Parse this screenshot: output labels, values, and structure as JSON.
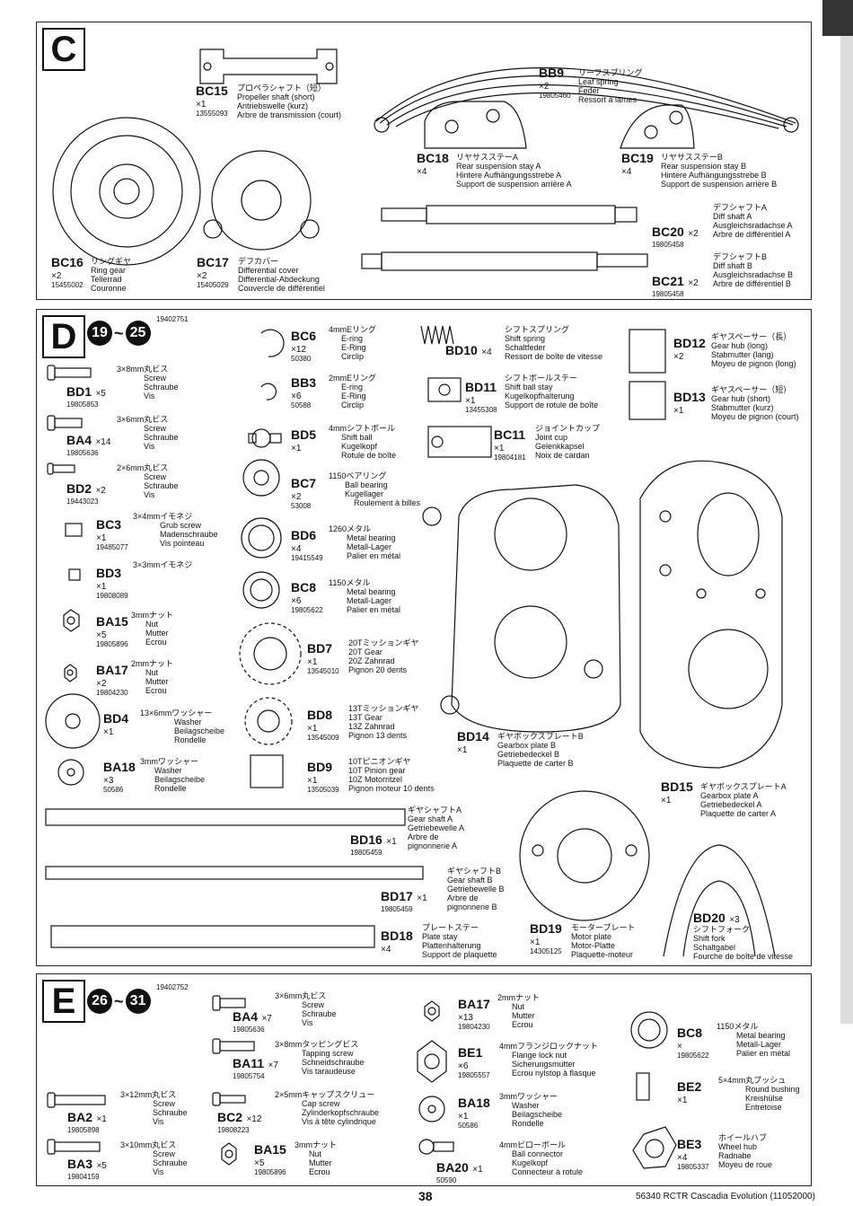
{
  "sections": [
    {
      "letter": "C",
      "id": "",
      "range": null
    },
    {
      "letter": "D",
      "id": "19402751",
      "range": [
        "19",
        "25"
      ]
    },
    {
      "letter": "E",
      "id": "19402752",
      "range": [
        "26",
        "31"
      ]
    }
  ],
  "parts": [
    {
      "key": "BC15",
      "code": "BC15",
      "qty": "×1",
      "num": "13555093",
      "names": [
        "プロペラシャフト（短）",
        "Propeller shaft (short)",
        "Antriebswelle (kurz)",
        "Arbre de transmission (court)"
      ]
    },
    {
      "key": "BB9",
      "code": "BB9",
      "qty": "×2",
      "num": "19805460",
      "names": [
        "リーフスプリング",
        "Leaf spring",
        "Feder",
        "Ressort à lames"
      ]
    },
    {
      "key": "BC18",
      "code": "BC18",
      "qty": "×4",
      "num": "",
      "names": [
        "リヤサスステーA",
        "Rear suspension stay A",
        "Hintere Aufhängungsstrebe A",
        "Support de suspension arrière A"
      ]
    },
    {
      "key": "BC19",
      "code": "BC19",
      "qty": "×4",
      "num": "",
      "names": [
        "リヤサスステーB",
        "Rear suspension stay B",
        "Hintere Aufhängungsstrebe B",
        "Support de suspension arrière B"
      ]
    },
    {
      "key": "BC20",
      "code": "BC20",
      "qty": "×2",
      "num": "19805458",
      "names": [
        "デフシャフトA",
        "Diff shaft A",
        "Ausgleichsradachse A",
        "Arbre de différentiel A"
      ]
    },
    {
      "key": "BC16",
      "code": "BC16",
      "qty": "×2",
      "num": "15455002",
      "names": [
        "リングギヤ",
        "Ring gear",
        "Tellerrad",
        "Couronne"
      ]
    },
    {
      "key": "BC17",
      "code": "BC17",
      "qty": "×2",
      "num": "15405029",
      "names": [
        "デフカバー",
        "Differential cover",
        "Differential-Abdeckung",
        "Couvercle de différentiel"
      ]
    },
    {
      "key": "BC21",
      "code": "BC21",
      "qty": "×2",
      "num": "19805458",
      "names": [
        "デフシャフトB",
        "Diff shaft B",
        "Ausgleichsradachse B",
        "Arbre de différentiel B"
      ]
    },
    {
      "key": "BD1",
      "code": "BD1",
      "qty": "×5",
      "num": "19805853",
      "names": [
        "3×8mm丸ビス",
        "Screw",
        "Schraube",
        "Vis"
      ]
    },
    {
      "key": "BA4d",
      "code": "BA4",
      "qty": "×14",
      "num": "19805636",
      "names": [
        "3×6mm丸ビス",
        "Screw",
        "Schraube",
        "Vis"
      ]
    },
    {
      "key": "BD2",
      "code": "BD2",
      "qty": "×2",
      "num": "19443023",
      "names": [
        "2×6mm丸ビス",
        "Screw",
        "Schraube",
        "Vis"
      ]
    },
    {
      "key": "BC3",
      "code": "BC3",
      "qty": "×1",
      "num": "19485077",
      "names": [
        "3×4mmイモネジ",
        "Grub screw",
        "Madenschraube",
        "Vis pointeau"
      ]
    },
    {
      "key": "BD3",
      "code": "BD3",
      "qty": "×1",
      "num": "19808089",
      "names": [
        "3×3mmイモネジ"
      ]
    },
    {
      "key": "BA15d",
      "code": "BA15",
      "qty": "×5",
      "num": "19805896",
      "names": [
        "3mmナット",
        "Nut",
        "Mutter",
        "Ecrou"
      ]
    },
    {
      "key": "BA17d",
      "code": "BA17",
      "qty": "×2",
      "num": "19804230",
      "names": [
        "2mmナット",
        "Nut",
        "Mutter",
        "Ecrou"
      ]
    },
    {
      "key": "BD4",
      "code": "BD4",
      "qty": "×1",
      "num": "",
      "names": [
        "13×6mmワッシャー",
        "Washer",
        "Beilagscheibe",
        "Rondelle"
      ]
    },
    {
      "key": "BA18d",
      "code": "BA18",
      "qty": "×3",
      "num": "50586",
      "names": [
        "3mmワッシャー",
        "Washer",
        "Beilagscheibe",
        "Rondelle"
      ]
    },
    {
      "key": "BC6",
      "code": "BC6",
      "qty": "×12",
      "num": "50380",
      "names": [
        "4mmEリング",
        "E-ring",
        "E-Ring",
        "Circlip"
      ]
    },
    {
      "key": "BB3",
      "code": "BB3",
      "qty": "×6",
      "num": "50588",
      "names": [
        "2mmEリング",
        "E-ring",
        "E-Ring",
        "Circlip"
      ]
    },
    {
      "key": "BD5",
      "code": "BD5",
      "qty": "×1",
      "num": "",
      "names": [
        "4mmシフトボール",
        "Shift ball",
        "Kugelkopf",
        "Rotule de boîte"
      ]
    },
    {
      "key": "BC7",
      "code": "BC7",
      "qty": "×2",
      "num": "53008",
      "names": [
        "1150ベアリング",
        "Ball bearing",
        "Kugellager",
        "Roulement à billes"
      ]
    },
    {
      "key": "BD6",
      "code": "BD6",
      "qty": "×4",
      "num": "19415549",
      "names": [
        "1260メタル",
        "Metal bearing",
        "Metall-Lager",
        "Palier en métal"
      ]
    },
    {
      "key": "BC8d",
      "code": "BC8",
      "qty": "×6",
      "num": "19805622",
      "names": [
        "1150メタル",
        "Metal bearing",
        "Metall-Lager",
        "Palier en métal"
      ]
    },
    {
      "key": "BD7",
      "code": "BD7",
      "qty": "×1",
      "num": "13545010",
      "names": [
        "20Tミッションギヤ",
        "20T Gear",
        "20Z Zahnrad",
        "Pignon 20 dents"
      ]
    },
    {
      "key": "BD8",
      "code": "BD8",
      "qty": "×1",
      "num": "13545009",
      "names": [
        "13Tミッションギヤ",
        "13T Gear",
        "13Z Zahnrad",
        "Pignon 13 dents"
      ]
    },
    {
      "key": "BD9",
      "code": "BD9",
      "qty": "×1",
      "num": "13505039",
      "names": [
        "10Tピニオンギヤ",
        "10T Pinion gear",
        "10Z Motorritzel",
        "Pignon moteur 10 dents"
      ]
    },
    {
      "key": "BD10",
      "code": "BD10",
      "qty": "×4",
      "num": "",
      "names": [
        "シフトスプリング",
        "Shift spring",
        "Schaltfeder",
        "Ressort de boîte de vitesse"
      ]
    },
    {
      "key": "BD11",
      "code": "BD11",
      "qty": "×1",
      "num": "13455308",
      "names": [
        "シフトボールステー",
        "Shift ball stay",
        "Kugelkopfhalterung",
        "Support de rotule de boîte"
      ]
    },
    {
      "key": "BC11",
      "code": "BC11",
      "qty": "×1",
      "num": "19804181",
      "names": [
        "ジョイントカップ",
        "Joint cup",
        "Gelenkkapsel",
        "Noix de cardan"
      ]
    },
    {
      "key": "BD12",
      "code": "BD12",
      "qty": "×2",
      "num": "",
      "names": [
        "ギヤスペーサー（長）",
        "Gear hub (long)",
        "Stabmutter (lang)",
        "Moyeu de pignon (long)"
      ]
    },
    {
      "key": "BD13",
      "code": "BD13",
      "qty": "×1",
      "num": "",
      "names": [
        "ギヤスペーサー（短）",
        "Gear hub (short)",
        "Stabmutter (kurz)",
        "Moyeu de pignon (court)"
      ]
    },
    {
      "key": "BD14",
      "code": "BD14",
      "qty": "×1",
      "num": "",
      "names": [
        "ギヤボックスプレートB",
        "Gearbox plate B",
        "Getriebedeckel B",
        "Plaquette de carter B"
      ]
    },
    {
      "key": "BD15",
      "code": "BD15",
      "qty": "×1",
      "num": "",
      "names": [
        "ギヤボックスプレートA",
        "Gearbox plate A",
        "Getriebedeckel A",
        "Plaquette de carter A"
      ]
    },
    {
      "key": "BD16",
      "code": "BD16",
      "qty": "×1",
      "num": "19805459",
      "names": [
        "ギヤシャフトA",
        "Gear shaft A",
        "Getriebewelle A",
        "Arbre de",
        "pignonnerie A"
      ]
    },
    {
      "key": "BD17",
      "code": "BD17",
      "qty": "×1",
      "num": "19805459",
      "names": [
        "ギヤシャフトB",
        "Gear shaft B",
        "Getriebewelle B",
        "Arbre de",
        "pignonnerie B"
      ]
    },
    {
      "key": "BD18",
      "code": "BD18",
      "qty": "×4",
      "num": "",
      "names": [
        "プレートステー",
        "Plate stay",
        "Plattenhalterung",
        "Support de plaquette"
      ]
    },
    {
      "key": "BD19",
      "code": "BD19",
      "qty": "×1",
      "num": "14305125",
      "names": [
        "モータープレート",
        "Motor plate",
        "Motor-Platte",
        "Plaquette-moteur"
      ]
    },
    {
      "key": "BD20",
      "code": "BD20",
      "qty": "×3",
      "num": "",
      "names": [
        "シフトフォーク",
        "Shift fork",
        "Schaltgabel",
        "Fourche de boîte de vitesse"
      ]
    },
    {
      "key": "BA4e",
      "code": "BA4",
      "qty": "×7",
      "num": "19805636",
      "names": [
        "3×6mm丸ビス",
        "Screw",
        "Schraube",
        "Vis"
      ]
    },
    {
      "key": "BA11",
      "code": "BA11",
      "qty": "×7",
      "num": "19805754",
      "names": [
        "3×8mmタッピングビス",
        "Tapping screw",
        "Schneidschraube",
        "Vis taraudeuse"
      ]
    },
    {
      "key": "BA2",
      "code": "BA2",
      "qty": "×1",
      "num": "19805898",
      "names": [
        "3×12mm丸ビス",
        "Screw",
        "Schraube",
        "Vis"
      ]
    },
    {
      "key": "BC2",
      "code": "BC2",
      "qty": "×12",
      "num": "19808223",
      "names": [
        "2×5mmキャップスクリュー",
        "Cap screw",
        "Zylinderkopfschraube",
        "Vis à tête cylindrique"
      ]
    },
    {
      "key": "BA3",
      "code": "BA3",
      "qty": "×5",
      "num": "19804159",
      "names": [
        "3×10mm丸ビス",
        "Screw",
        "Schraube",
        "Vis"
      ]
    },
    {
      "key": "BA15e",
      "code": "BA15",
      "qty": "×5",
      "num": "19805896",
      "names": [
        "3mmナット",
        "Nut",
        "Mutter",
        "Ecrou"
      ]
    },
    {
      "key": "BA17e",
      "code": "BA17",
      "qty": "×13",
      "num": "19804230",
      "names": [
        "2mmナット",
        "Nut",
        "Mutter",
        "Ecrou"
      ]
    },
    {
      "key": "BE1",
      "code": "BE1",
      "qty": "×6",
      "num": "19805557",
      "names": [
        "4mmフランジロックナット",
        "Flange lock nut",
        "Sicherungsmutter",
        "Ecrou nylstop à flasque"
      ]
    },
    {
      "key": "BA18e",
      "code": "BA18",
      "qty": "×1",
      "num": "50586",
      "names": [
        "3mmワッシャー",
        "Washer",
        "Beilagscheibe",
        "Rondelle"
      ]
    },
    {
      "key": "BA20",
      "code": "BA20",
      "qty": "×1",
      "num": "50590",
      "names": [
        "4mmピローボール",
        "Ball connector",
        "Kugelkopf",
        "Connecteur à rotule"
      ]
    },
    {
      "key": "BC8e",
      "code": "BC8",
      "qty": "×",
      "num": "19805622",
      "names": [
        "1150メタル",
        "Metal bearing",
        "Metall-Lager",
        "Palier en métal"
      ]
    },
    {
      "key": "BE2",
      "code": "BE2",
      "qty": "×1",
      "num": "",
      "names": [
        "5×4mm丸ブッシュ",
        "Round bushing",
        "Kreishülse",
        "Entretoise"
      ]
    },
    {
      "key": "BE3",
      "code": "BE3",
      "qty": "×4",
      "num": "19805337",
      "names": [
        "ホイールハブ",
        "Wheel hub",
        "Radnabe",
        "Moyeu de roue"
      ]
    }
  ],
  "footer": {
    "page": "38",
    "model": "56340 RCTR Cascadia Evolution (11052000)"
  }
}
